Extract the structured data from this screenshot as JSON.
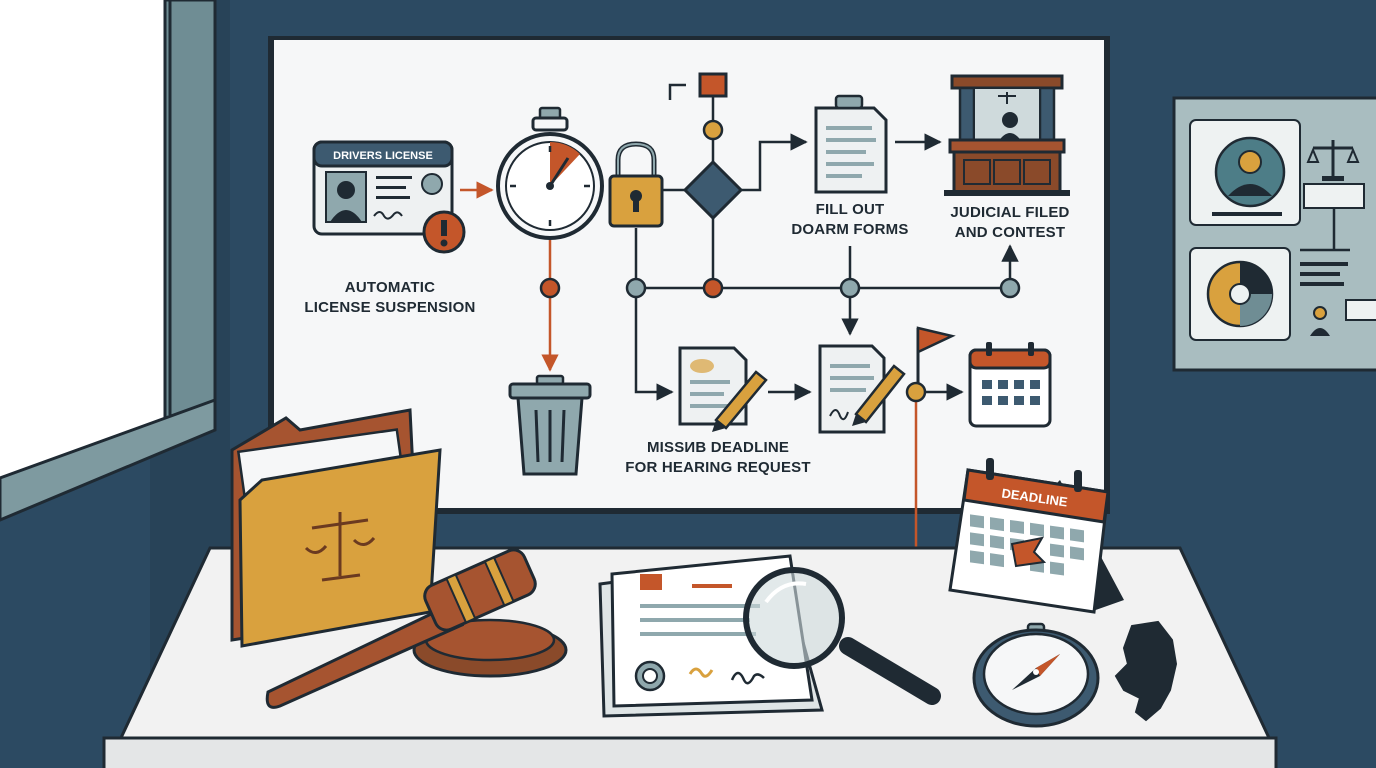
{
  "license_card": {
    "header": "DRIVERS LICENSE"
  },
  "labels": {
    "automatic_suspension": [
      "AUTOMATIC",
      "LICENSE SUSPENSION"
    ],
    "fill_out_forms": [
      "FILL OUT",
      "DOARM FORMS"
    ],
    "judicial_contest": [
      "JUDICIAL FILED",
      "AND CONTEST"
    ],
    "missed_deadline": [
      "MISSИB DEADLINE",
      "FOR HEARING REQUEST"
    ]
  },
  "calendar": {
    "header": "DEADLINE"
  },
  "colors": {
    "wall": "#2c4a62",
    "board": "#f6f7f8",
    "ink": "#1f2a33",
    "accent_orange": "#c4562a",
    "accent_gold": "#d9a13e",
    "teal": "#8fa8ad",
    "desk": "#f2f2f2"
  },
  "icons": [
    "drivers-license-icon",
    "warning-icon",
    "stopwatch-icon",
    "padlock-icon",
    "decision-diamond-icon",
    "document-icon",
    "courthouse-icon",
    "trash-can-icon",
    "signed-document-icon",
    "flag-icon",
    "calendar-icon",
    "folder-icon",
    "gavel-icon",
    "magnifying-glass-icon",
    "compass-icon",
    "state-map-icon",
    "scales-of-justice-icon"
  ]
}
